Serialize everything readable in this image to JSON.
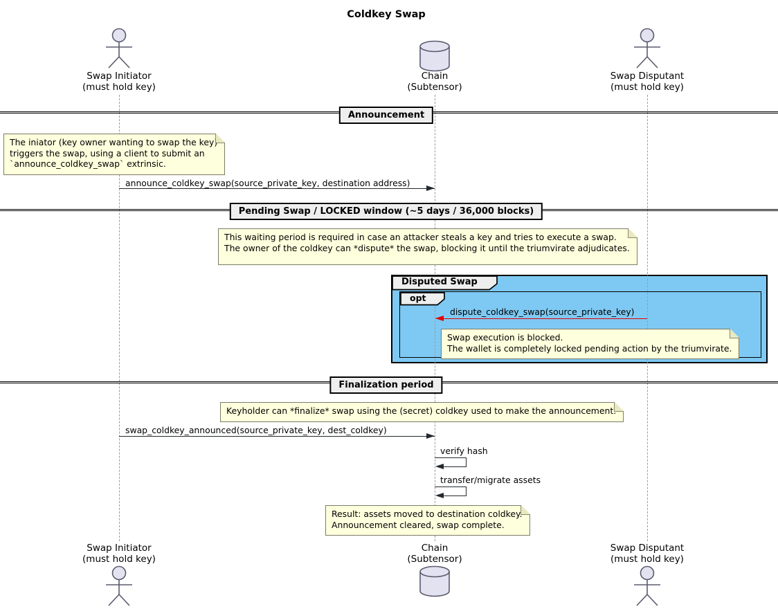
{
  "diagram": {
    "title": "Coldkey Swap",
    "participants": {
      "initiator": {
        "name": "Swap Initiator",
        "subtitle": "(must hold key)",
        "icon": "actor-icon"
      },
      "chain": {
        "name": "Chain",
        "subtitle": "(Subtensor)",
        "icon": "database-icon"
      },
      "disputant": {
        "name": "Swap Disputant",
        "subtitle": "(must hold key)",
        "icon": "actor-icon"
      }
    },
    "dividers": {
      "announcement": "Announcement",
      "pending": "Pending Swap / LOCKED window (~5 days / 36,000 blocks)",
      "finalization": "Finalization period"
    },
    "notes": {
      "initiate": {
        "lines": [
          "The iniator (key owner wanting to swap the key)",
          "triggers the swap, using a client to submit an",
          "`announce_coldkey_swap` extrinsic."
        ]
      },
      "waiting": {
        "lines": [
          "This waiting period is required in case an attacker steals a key and tries to execute a swap.",
          "The owner of the coldkey can *dispute* the swap, blocking it until the triumvirate adjudicates."
        ]
      },
      "blocked": {
        "lines": [
          "Swap execution is blocked.",
          "The wallet is completely locked pending action by the triumvirate."
        ]
      },
      "finalize": {
        "lines": [
          "Keyholder can *finalize* swap using the (secret) coldkey used to make the announcement."
        ]
      },
      "result": {
        "lines": [
          "Result: assets moved to destination coldkey.",
          "Announcement cleared, swap complete."
        ]
      }
    },
    "messages": {
      "announce": "announce_coldkey_swap(source_private_key, destination address)",
      "dispute": "dispute_coldkey_swap(source_private_key)",
      "finalize": "swap_coldkey_announced(source_private_key, dest_coldkey)",
      "verify": "verify hash",
      "transfer": "transfer/migrate assets"
    },
    "group": {
      "label": "Disputed Swap",
      "operator": "opt"
    },
    "colors": {
      "note_fill": "#FEFFDD",
      "group_fill": "#7EC9F3",
      "dispute_arrow_red": "#E10000",
      "shape_fill": "#E2E2F0",
      "divider_box_fill": "#EEEEEE"
    }
  }
}
